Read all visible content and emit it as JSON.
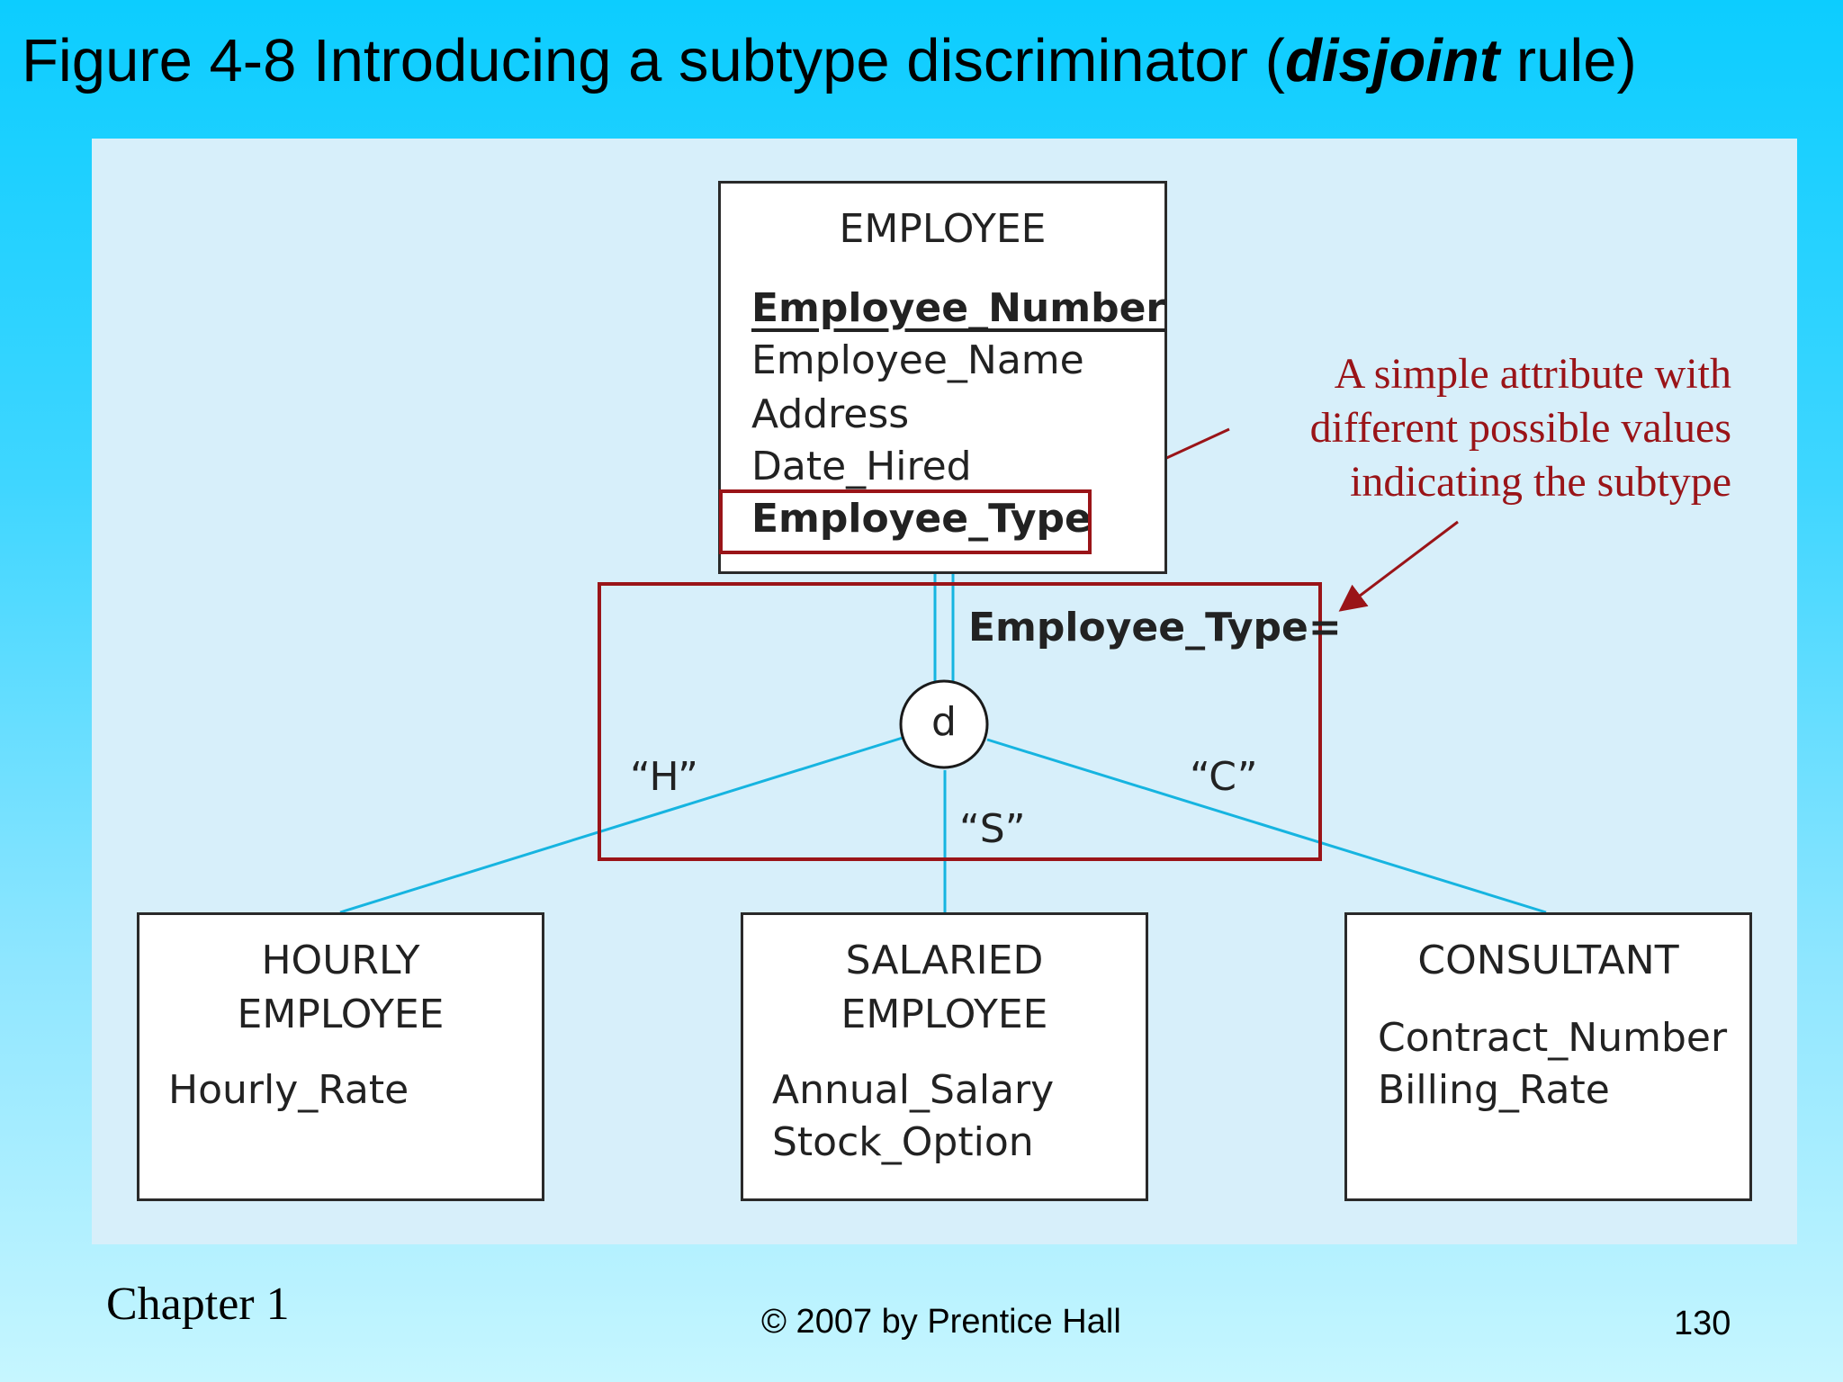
{
  "slide": {
    "title_prefix": "Figure 4-8 Introducing a subtype discriminator (",
    "title_emphasis": "disjoint",
    "title_suffix": " rule)"
  },
  "diagram": {
    "supertype": {
      "name": "EMPLOYEE",
      "identifier": "Employee_Number",
      "attributes": [
        "Employee_Name",
        "Address",
        "Date_Hired"
      ],
      "discriminator": "Employee_Type"
    },
    "discriminator_label": "Employee_Type=",
    "constraint_symbol": "d",
    "subtypes": [
      {
        "value": "“H”",
        "name_line1": "HOURLY",
        "name_line2": "EMPLOYEE",
        "attributes": [
          "Hourly_Rate"
        ]
      },
      {
        "value": "“S”",
        "name_line1": "SALARIED",
        "name_line2": "EMPLOYEE",
        "attributes": [
          "Annual_Salary",
          "Stock_Option"
        ]
      },
      {
        "value": "“C”",
        "name_line1": "CONSULTANT",
        "name_line2": "",
        "attributes": [
          "Contract_Number",
          "Billing_Rate"
        ]
      }
    ],
    "annotation": {
      "lines": [
        "A simple attribute with",
        "different possible values",
        "indicating the subtype"
      ],
      "color": "#9a1418"
    },
    "line_color": "#16b4e0",
    "highlight_color": "#9a1418"
  },
  "footer": {
    "chapter": "Chapter 1",
    "copyright": "© 2007 by Prentice Hall",
    "page": "130"
  }
}
